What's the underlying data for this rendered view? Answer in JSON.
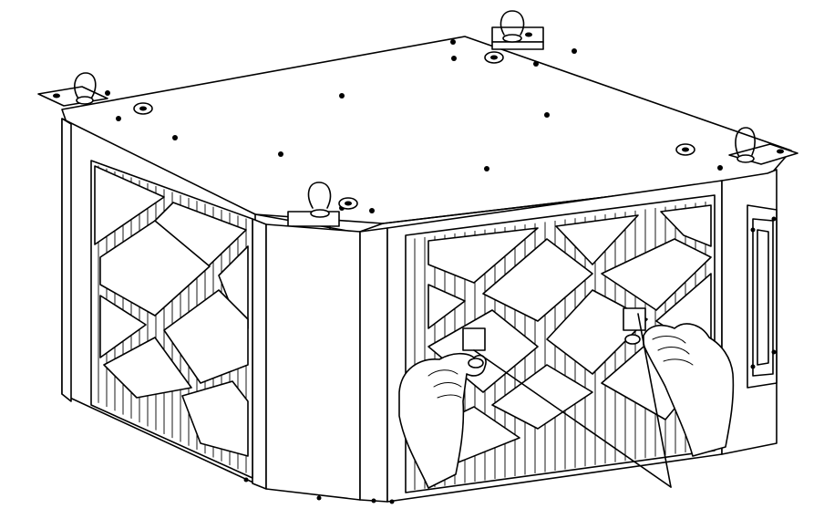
{
  "figure": {
    "subject": "",
    "colors": {
      "line": "#000000",
      "background": "#ffffff"
    },
    "parts": {
      "top_panel": "top-panel",
      "left_filter": "left-filter",
      "front_filter": "front-filter",
      "lifting_eyes": 4,
      "handle": "side-handle",
      "hands": 2
    }
  }
}
